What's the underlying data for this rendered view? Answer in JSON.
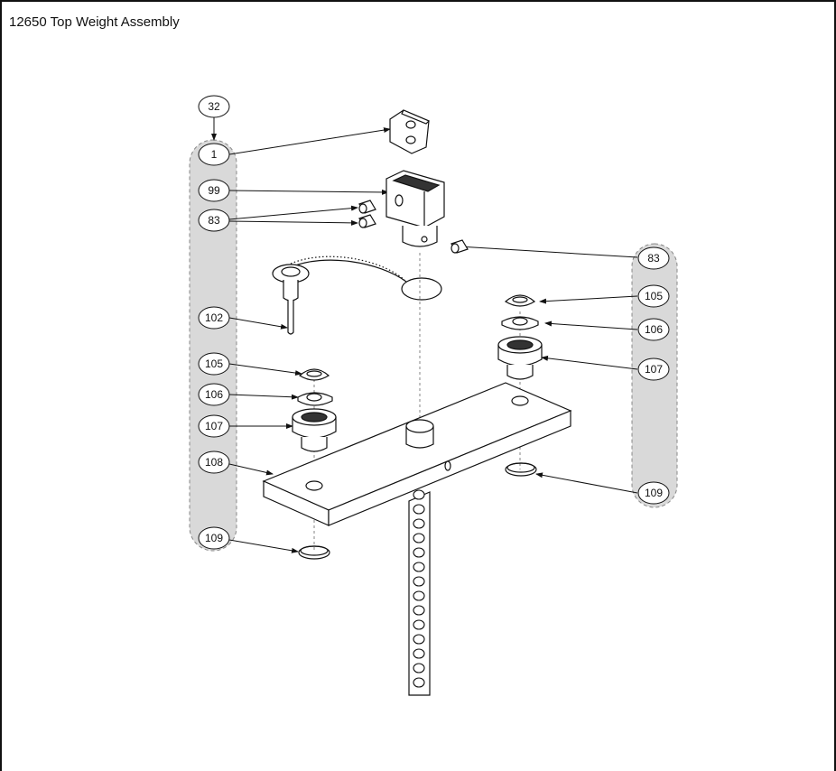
{
  "title": "12650 Top Weight Assembly",
  "colors": {
    "group_band": "#d9d9d9",
    "line": "#111111",
    "part_fill": "#ffffff"
  },
  "callouts": {
    "c32": "32",
    "c1": "1",
    "c99": "99",
    "c83a": "83",
    "c102": "102",
    "c105a": "105",
    "c106a": "106",
    "c107a": "107",
    "c108": "108",
    "c109a": "109",
    "c83b": "83",
    "c105b": "105",
    "c106b": "106",
    "c107b": "107",
    "c109b": "109"
  }
}
